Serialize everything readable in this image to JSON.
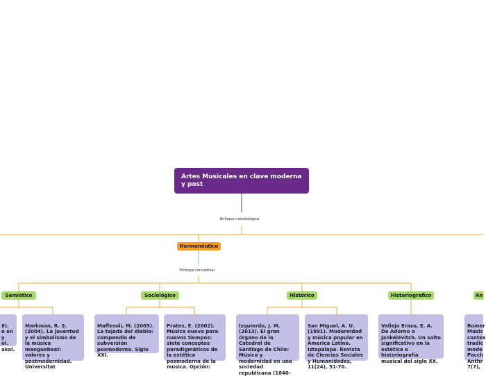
{
  "root": {
    "title": "Artes Musicales en clave moderna y post"
  },
  "connectors": {
    "metodologico": "Enfoque metodológico",
    "conceptual": "Enfoque conceptual"
  },
  "hub": {
    "label": "Hermenéutico"
  },
  "categories": [
    {
      "label": "Semiótico"
    },
    {
      "label": "Sociológico"
    },
    {
      "label": "Histórico"
    },
    {
      "label": "Historiografico"
    },
    {
      "label": "An"
    }
  ],
  "references": [
    {
      "text": "8).\ne en\ny\nol.\nakal."
    },
    {
      "text": "Markman, R. S. (2004). La juventud y el simbolismo de la música manguebeat: valores y postmodernidad. Universitat"
    },
    {
      "text": "Maffesoli, M. (2005). La tajada del diablo: compendio de subversión posmoderna. Siglo XXI."
    },
    {
      "text": "Prates, E. (2002). Música nueva para nuevos tiempos: siete conceptos paradigmáticos de la estética posmoderna de la música. Opción:"
    },
    {
      "text": "Izquierdo, J. M. (2013). El gran órgano de la Catedral de Santiago de Chile: Música y modernidad en una sociedad republicana (1840-"
    },
    {
      "text": "San Miguel, A. U. (1991). Modernidad y música popular en America Latina. Iztapalapa. Revista de Ciencias Sociales y Humanidades, 11(24), 51-70."
    },
    {
      "text": "Vallejo Erazo, E. A. De Adorno a Jankélévitch. Un salto significativo en la estética e historiografía musical del siglo XX."
    },
    {
      "text": "Romer\nMúsic\ncontex\ntradic\nmode\nPacch\nAnthr\n7(7),"
    }
  ]
}
